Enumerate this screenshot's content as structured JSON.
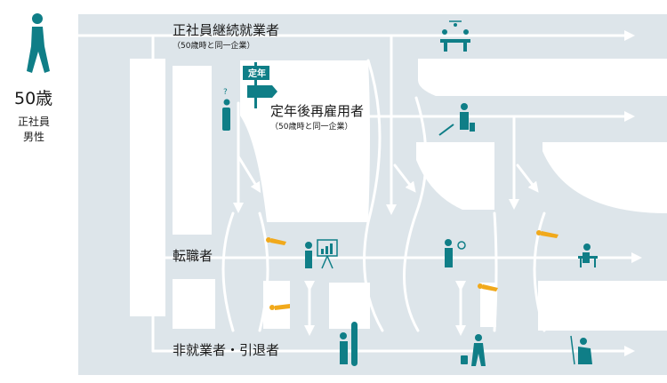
{
  "person": {
    "age": "50歳",
    "line1": "正社員",
    "line2": "男性"
  },
  "paths": {
    "continuing": {
      "label": "正社員継続就業者",
      "sub": "（50歳時と同一企業）"
    },
    "reemployed": {
      "label": "定年後再雇用者",
      "sub": "（50歳時と同一企業）"
    },
    "job_change": {
      "label": "転職者"
    },
    "retired": {
      "label": "非就業者・引退者"
    }
  },
  "sign": {
    "label": "定年",
    "question_mark": "?"
  },
  "colors": {
    "road": "#dde5ea",
    "arrow": "#ffffff",
    "icon": "#0f7e87",
    "faller": "#f1a91b"
  }
}
